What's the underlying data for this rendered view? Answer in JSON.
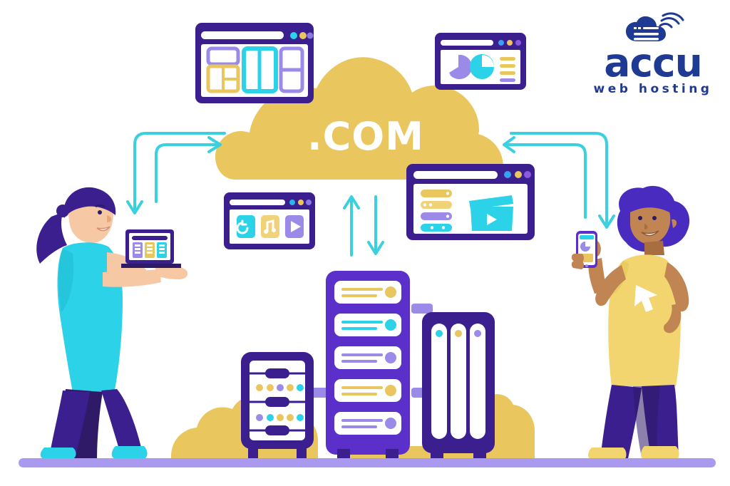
{
  "illustration": {
    "title": "Web hosting domain illustration",
    "background_color": "#ffffff"
  },
  "brand": {
    "logo_wordmark": "accu",
    "logo_tagline": "web hosting",
    "logo_color": "#1f3a93",
    "logo_icon": "cloud-wifi-server-icon"
  },
  "cloud": {
    "label": ".COM",
    "color": "#e9c65e",
    "text_color": "#ffffff"
  },
  "palette": {
    "purple_dark": "#3b1f8f",
    "purple_mid": "#5b2fc9",
    "purple_light": "#9b8ae8",
    "cyan": "#2bd2e8",
    "cyan_arrow": "#3ad0e0",
    "yellow": "#e9c65e",
    "yellow_light": "#f4d97c",
    "skin_light": "#f6c8a4",
    "skin_dark": "#c08552",
    "ground": "#a99af0"
  },
  "browser_windows": [
    {
      "name": "layout-blocks-window",
      "dots": [
        "#2bd2e8",
        "#e9c65e",
        "#8b7ae0"
      ],
      "content": "page-layout-blocks"
    },
    {
      "name": "analytics-window",
      "dots": [
        "#3aa0f0",
        "#e9c65e",
        "#8b5ae0"
      ],
      "content": "pie-charts-and-legend"
    },
    {
      "name": "media-icons-window",
      "dots": [
        "#2bb6e8",
        "#e9c65e",
        "#8b7ae0"
      ],
      "content": "media-app-icons"
    },
    {
      "name": "video-player-window",
      "dots": [
        "#3aa0f0",
        "#e9c65e",
        "#8b5ae0"
      ],
      "content": "clapperboard-and-list"
    }
  ],
  "servers": [
    {
      "name": "server-rack-left",
      "slots": 2,
      "dot_rows": [
        [
          "#e9c65e",
          "#e9c65e",
          "#9b8ae8",
          "#e9c65e",
          "#2bd2e8"
        ],
        [
          "#9b8ae8",
          "#2bd2e8",
          "#e9c65e",
          "#e9c65e",
          "#2bd2e8"
        ]
      ]
    },
    {
      "name": "server-rack-center",
      "slots": 5,
      "slot_colors": [
        "#e9c65e",
        "#2bd2e8",
        "#9b8ae8",
        "#e9c65e",
        "#9b8ae8"
      ]
    },
    {
      "name": "server-rack-right",
      "bars": 3,
      "bar_dot_colors": [
        "#2bd2e8",
        "#e9c65e",
        "#9b8ae8"
      ]
    }
  ],
  "characters": [
    {
      "name": "woman-with-laptop",
      "hair": "#3b1f8f",
      "top": "#2bd2e8",
      "pants": "#2e1a66",
      "shoes": "#2bd2e8",
      "device": "laptop"
    },
    {
      "name": "man-with-phone",
      "hair": "#4a2bbf",
      "shirt": "#f2d56e",
      "pants": "#3b1f8f",
      "shoes": "#f2d56e",
      "device": "smartphone",
      "shirt_graphic": "cursor-arrow-icon"
    }
  ],
  "arrows": [
    {
      "name": "arrow-top-left-down",
      "direction": "down",
      "color": "#3ad0e0"
    },
    {
      "name": "arrow-left-to-cloud",
      "direction": "right",
      "color": "#3ad0e0"
    },
    {
      "name": "arrow-cloud-up",
      "direction": "up",
      "color": "#3ad0e0"
    },
    {
      "name": "arrow-cloud-down",
      "direction": "down",
      "color": "#3ad0e0"
    },
    {
      "name": "arrow-right-to-cloud",
      "direction": "left",
      "color": "#3ad0e0"
    },
    {
      "name": "arrow-top-right-down",
      "direction": "down",
      "color": "#3ad0e0"
    }
  ]
}
